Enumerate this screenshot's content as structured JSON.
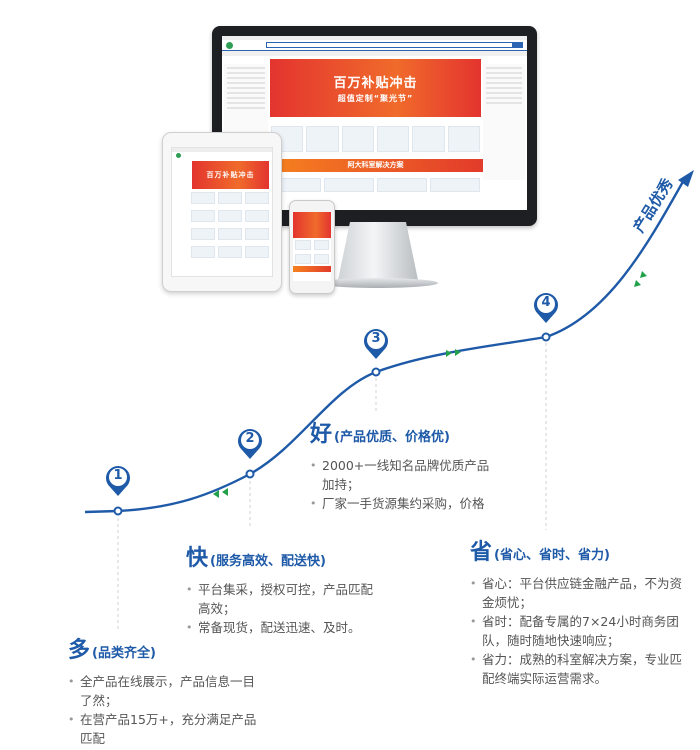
{
  "colors": {
    "primary": "#1e5aa8",
    "arrow_green": "#22a04a",
    "banner_red": "#e3342f"
  },
  "devices": {
    "banner_line1": "百万补贴冲击",
    "banner_line2": "超值定制“聚光节”",
    "strip_text": "阿大科室解决方案",
    "tablet_banner": "百万补贴冲击",
    "icons": [
      "monitor-icon",
      "tablet-icon",
      "phone-icon"
    ]
  },
  "milestones": [
    {
      "number": "1"
    },
    {
      "number": "2"
    },
    {
      "number": "3"
    },
    {
      "number": "4"
    }
  ],
  "trend_label": "产品优秀",
  "features": [
    {
      "big": "多",
      "sub": "(品类齐全)",
      "bullets": [
        "全产品在线展示，产品信息一目了然；",
        "在营产品15万+，充分满足产品匹配"
      ]
    },
    {
      "big": "快",
      "sub": "(服务高效、配送快)",
      "bullets": [
        "平台集采，授权可控，产品匹配高效；",
        "常备现货，配送迅速、及时。"
      ]
    },
    {
      "big": "好",
      "sub": "(产品优质、价格优)",
      "bullets": [
        "2000+一线知名品牌优质产品加持；",
        "厂家一手货源集约采购，价格"
      ]
    },
    {
      "big": "省",
      "sub": "(省心、省时、省力)",
      "bullets": [
        "省心：平台供应链金融产品，不为资金烦忧；",
        "省时：配备专属的7×24小时商务团队，随时随地快速响应；",
        "省力：成熟的科室解决方案，专业匹配终端实际运营需求。"
      ]
    }
  ]
}
